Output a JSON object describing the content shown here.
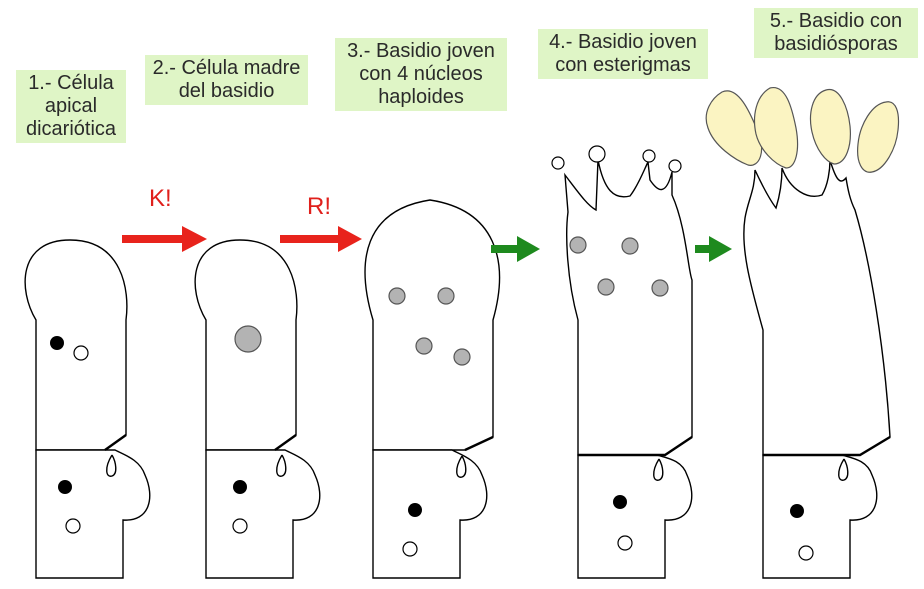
{
  "stages": [
    {
      "label_lines": [
        "1.- Célula",
        "apical",
        "dicariótica"
      ]
    },
    {
      "label_lines": [
        "2.- Célula madre",
        "del basidio"
      ]
    },
    {
      "label_lines": [
        "3.- Basidio joven",
        "con 4 núcleos",
        "haploides"
      ]
    },
    {
      "label_lines": [
        "4.- Basidio joven",
        "con esterigmas"
      ]
    },
    {
      "label_lines": [
        "5.- Basidio con",
        "basidiósporas"
      ]
    }
  ],
  "arrows": [
    {
      "label": "K!",
      "color": "#e8231c"
    },
    {
      "label": "R!",
      "color": "#e8231c"
    },
    {
      "label": "",
      "color": "#1e8a1e"
    },
    {
      "label": "",
      "color": "#1e8a1e"
    }
  ],
  "colors": {
    "label_background": "#dff5c6",
    "nucleus_dark": "#000000",
    "nucleus_light": "#ffffff",
    "nucleus_gray": "#b3b3b3",
    "basidiospore": "#fbf4c2"
  }
}
